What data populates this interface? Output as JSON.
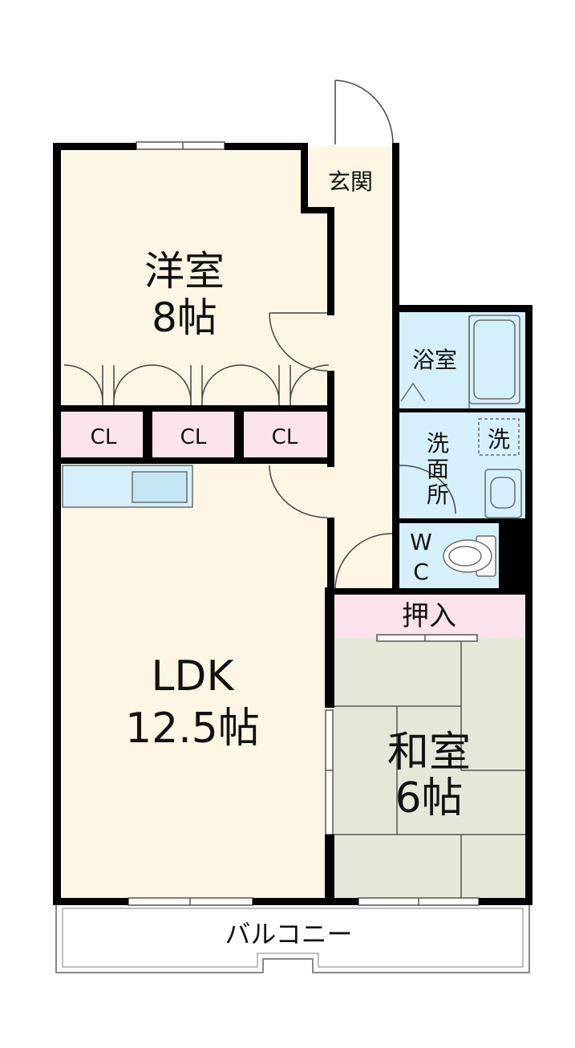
{
  "rooms": {
    "western": {
      "name": "洋室",
      "size": "8帖"
    },
    "entrance": {
      "name": "玄関"
    },
    "bath": {
      "name": "浴室"
    },
    "washroom": {
      "name": "洗面所",
      "chars": [
        "洗",
        "面",
        "所"
      ],
      "washer_mark": "洗"
    },
    "wc": {
      "chars": [
        "W",
        "C"
      ]
    },
    "closets": [
      {
        "label": "CL"
      },
      {
        "label": "CL"
      },
      {
        "label": "CL"
      }
    ],
    "oshiire": {
      "name": "押入"
    },
    "ldk": {
      "name": "LDK",
      "size": "12.5帖"
    },
    "japanese": {
      "name": "和室",
      "size": "6帖"
    },
    "balcony": {
      "name": "バルコニー"
    }
  },
  "colors": {
    "wall": "#000000",
    "floor": "#fdf6e4",
    "water": "#d6f0fb",
    "closet": "#fbe3ec",
    "tatami": "#e3e8d8",
    "fixture_line": "#6b6b6b"
  }
}
